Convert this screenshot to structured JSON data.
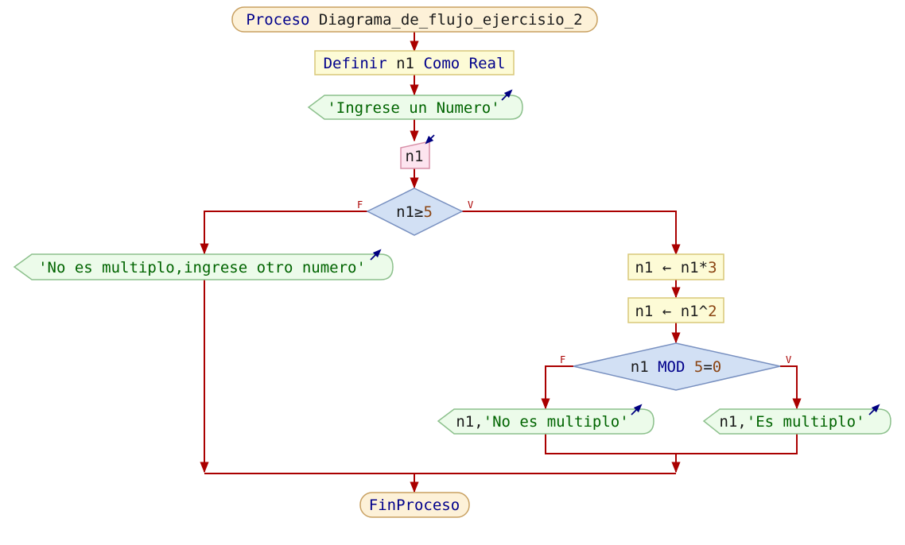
{
  "colors": {
    "flow": "#aa0000",
    "keyword": "#00008b",
    "string": "#006400",
    "number": "#8b4513",
    "terminal_fill": "#fdf1d8",
    "terminal_stroke": "#c8a060",
    "process_fill": "#fdfbd6",
    "process_stroke": "#d8c878",
    "io_fill": "#ecfbea",
    "io_stroke": "#8cc08c",
    "input_fill": "#fde4ef",
    "input_stroke": "#d890a8",
    "decision_fill": "#d2e0f4",
    "decision_stroke": "#7890c0",
    "io_arrow": "#000080"
  },
  "start": {
    "keyword": "Proceso",
    "name": "Diagrama_de_flujo_ejercisio_2"
  },
  "define": {
    "keyword": "Definir",
    "var": "n1",
    "keyword2": "Como",
    "type": "Real"
  },
  "prompt": {
    "text": "'Ingrese un Numero'"
  },
  "read": {
    "var": "n1"
  },
  "cond1": {
    "var": "n1",
    "op": "≥",
    "num": "5",
    "false_label": "F",
    "true_label": "V"
  },
  "msg_false": {
    "text": "'No es multiplo,ingrese otro numero'"
  },
  "assign1": {
    "lhs": "n1",
    "arrow": "←",
    "rhs_var": "n1",
    "op": "*",
    "num": "3"
  },
  "assign2": {
    "lhs": "n1",
    "arrow": "←",
    "rhs_var": "n1",
    "op": "^",
    "num": "2"
  },
  "cond2": {
    "var": "n1",
    "kw": "MOD",
    "num": "5",
    "eq": "=",
    "num2": "0",
    "false_label": "F",
    "true_label": "V"
  },
  "out_no": {
    "var": "n1,",
    "text": "'No es multiplo'"
  },
  "out_yes": {
    "var": "n1,",
    "text": "'Es multiplo'"
  },
  "end": {
    "keyword": "FinProceso"
  }
}
